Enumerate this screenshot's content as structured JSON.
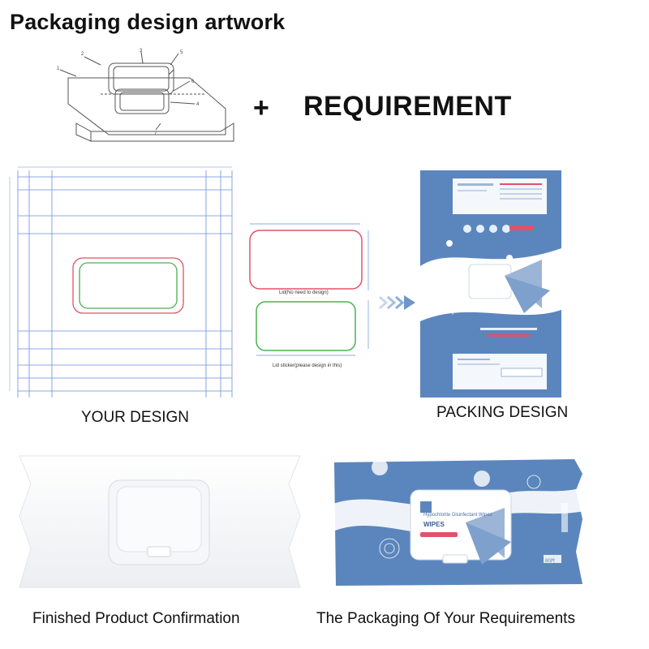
{
  "title": "Packaging design artwork",
  "plus": "+",
  "requirement": "REQUIREMENT",
  "captions": {
    "your_design": "YOUR DESIGN",
    "packing_design": "PACKING DESIGN",
    "finished": "Finished Product Confirmation",
    "packaging_req": "The Packaging Of Your Requirements"
  },
  "lid_labels": {
    "lid": "Lid(No need to design)",
    "sticker": "Lid sticker(please design in this)"
  },
  "pack": {
    "product": "Hypochlorite Disinfectant Wipes",
    "wipes": "WIPES",
    "count": "80片"
  },
  "colors": {
    "brand_blue": "#5b86bd",
    "guide_blue": "#6a8fd8",
    "lid_red": "#e0526a",
    "sticker_green": "#4caf50",
    "arrow": "#6f95c9"
  }
}
